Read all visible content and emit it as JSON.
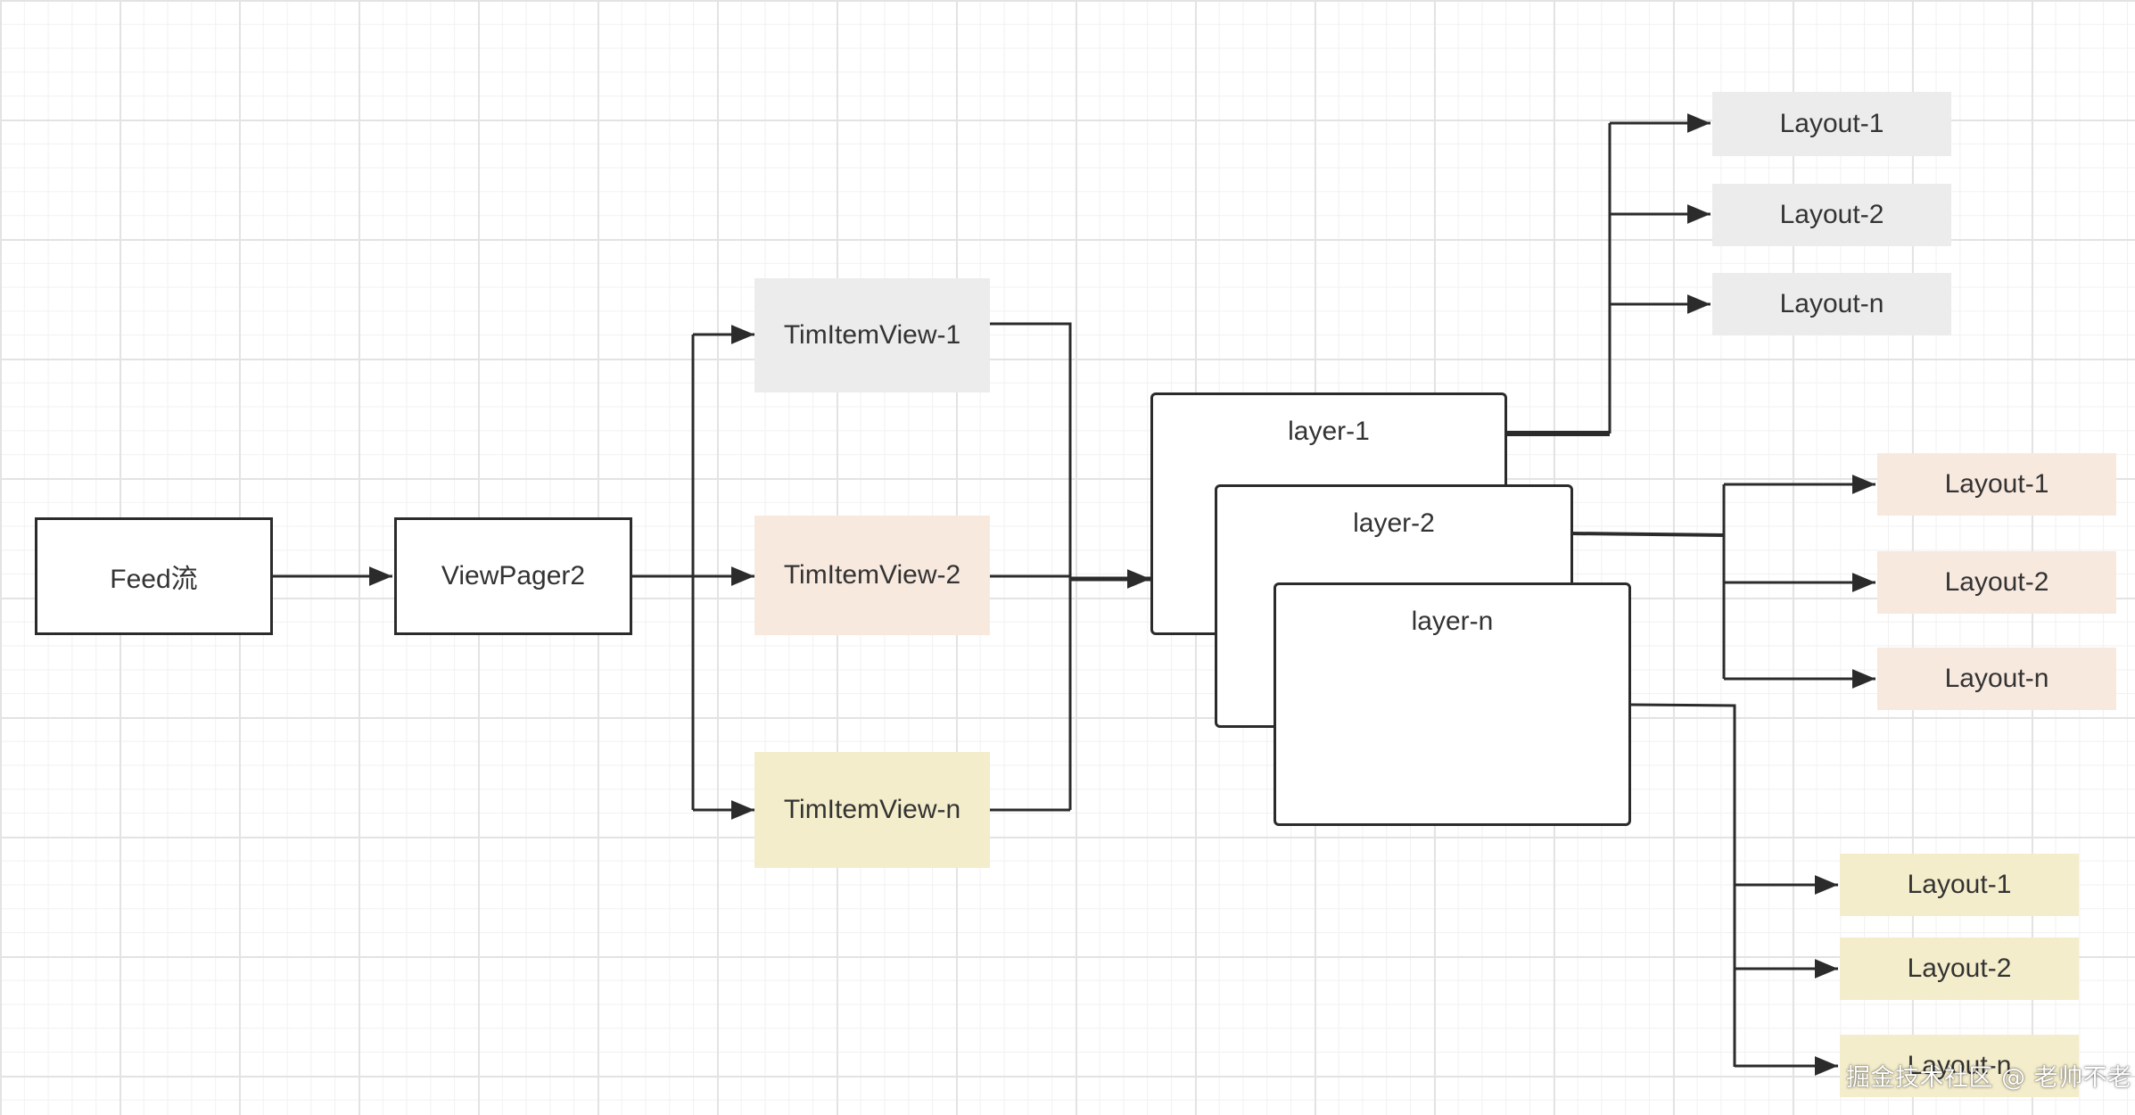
{
  "diagram": {
    "feed": "Feed流",
    "viewpager": "ViewPager2",
    "item_views": [
      "TimItemView-1",
      "TimItemView-2",
      "TimItemView-n"
    ],
    "layers": [
      "layer-1",
      "layer-2",
      "layer-n"
    ],
    "layouts_group1": [
      "Layout-1",
      "Layout-2",
      "Layout-n"
    ],
    "layouts_group2": [
      "Layout-1",
      "Layout-2",
      "Layout-n"
    ],
    "layouts_group3": [
      "Layout-1",
      "Layout-2",
      "Layout-n"
    ]
  },
  "colors": {
    "gray_fill": "#ececec",
    "peach_fill": "#f8e9df",
    "yellow_fill": "#f4edcb",
    "line": "#2b2b2b"
  },
  "watermark": "掘金技术社区 @ 老帅不老"
}
